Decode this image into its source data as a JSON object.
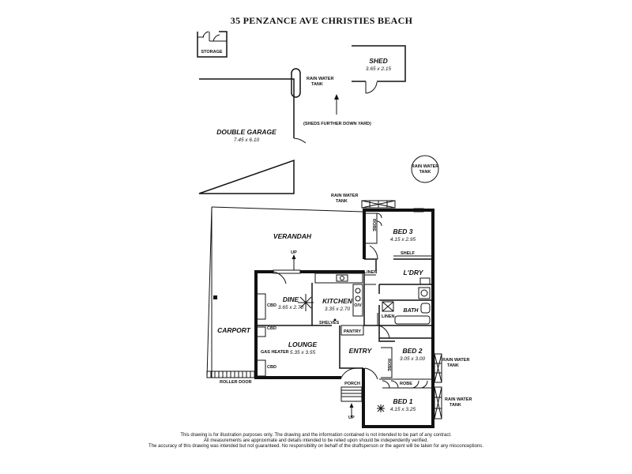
{
  "title": "35 PENZANCE AVE CHRISTIES BEACH",
  "rooms": {
    "storage": "STORAGE",
    "shed": {
      "name": "SHED",
      "size": "3.65 x 2.15"
    },
    "double_garage": {
      "name": "DOUBLE GARAGE",
      "size": "7.45 x 6.10"
    },
    "verandah": "VERANDAH",
    "carport": "CARPORT",
    "bed3": {
      "name": "BED 3",
      "size": "4.15 x 2.95"
    },
    "laundry": "L'DRY",
    "dine": {
      "name": "DINE",
      "size": "3.65 x 2.70"
    },
    "kitchen": {
      "name": "KITCHEN",
      "size": "3.35 x 2.70"
    },
    "bath": "BATH",
    "lounge": {
      "name": "LOUNGE",
      "size": "5.35 x 3.55"
    },
    "entry": "ENTRY",
    "bed2": {
      "name": "BED 2",
      "size": "3.05 x 3.00"
    },
    "bed1": {
      "name": "BED 1",
      "size": "4.15 x 3.25"
    },
    "porch": "PORCH"
  },
  "annotations": {
    "rain_water_tank_line1": "RAIN WATER",
    "rain_water_tank_line2": "TANK",
    "sheds_note": "(SHEDS FURTHER DOWN YARD)",
    "robe": "ROBE",
    "shelf": "SHELF",
    "linen": "LINEN",
    "cbd": "CBD",
    "gas_heater": "GAS HEATER",
    "shelves": "SHELVES",
    "pantry": "PANTRY",
    "ov": "O/V",
    "up": "UP",
    "roller_door": "ROLLER DOOR"
  },
  "disclaimer": [
    "This drawing is for illustration purposes only. The drawing and the information contained is not intended to be part of any contract.",
    "All measurements are approximate and details intended to be relied upon should be independently verified.",
    "The accuracy of this drawing was intended but not guaranteed. No responsibility on behalf of the draftsperson or the agent will be taken for any misconceptions."
  ]
}
